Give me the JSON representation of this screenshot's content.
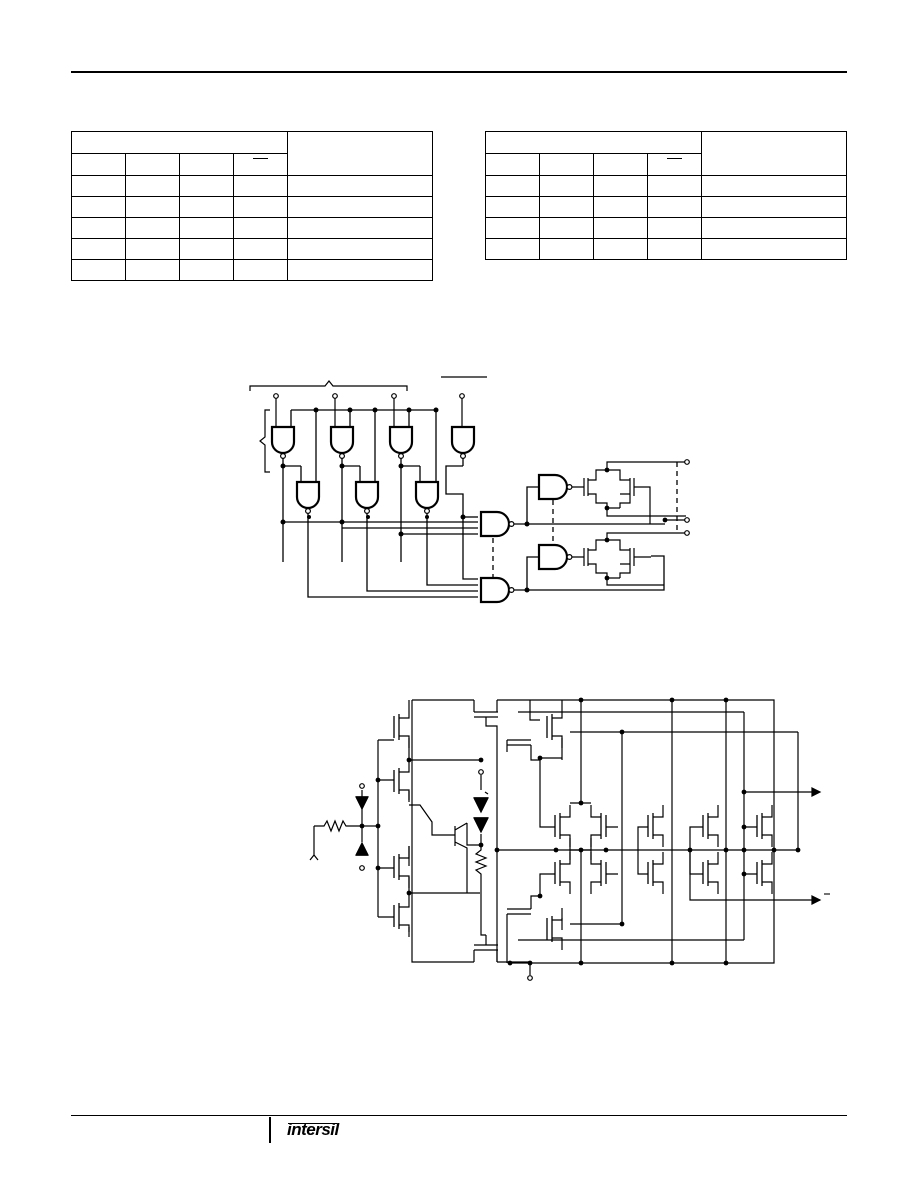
{
  "brand": {
    "logo_text": "intersil"
  },
  "truth_table_left": {
    "header_cells": [
      "",
      ""
    ],
    "subheader_cells": [
      "",
      "",
      "",
      ""
    ],
    "overbar_column": 3,
    "rows": [
      [
        "",
        "",
        "",
        "",
        ""
      ],
      [
        "",
        "",
        "",
        "",
        ""
      ],
      [
        "",
        "",
        "",
        "",
        ""
      ],
      [
        "",
        "",
        "",
        "",
        ""
      ],
      [
        "",
        "",
        "",
        "",
        ""
      ]
    ]
  },
  "truth_table_right": {
    "header_cells": [
      "",
      ""
    ],
    "subheader_cells": [
      "",
      "",
      "",
      ""
    ],
    "overbar_column": 3,
    "rows": [
      [
        "",
        "",
        "",
        "",
        ""
      ],
      [
        "",
        "",
        "",
        "",
        ""
      ],
      [
        "",
        "",
        "",
        "",
        ""
      ],
      [
        "",
        "",
        "",
        "",
        ""
      ]
    ]
  },
  "logic_diagram": {
    "label": "",
    "nand_gates": 7,
    "and_gates": 2,
    "output_gates": 2,
    "switch_outputs": 3
  },
  "schematic": {
    "label": "",
    "output_arrows": 2,
    "output_minus_label": "–"
  }
}
